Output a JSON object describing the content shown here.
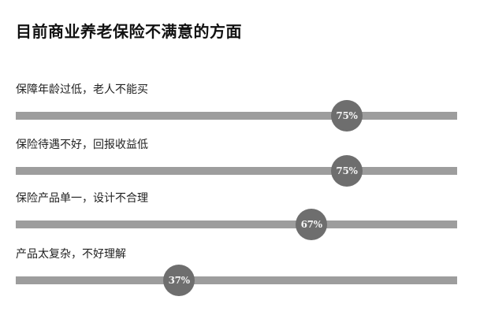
{
  "chart_data": {
    "type": "bar",
    "title": "目前商业养老保险不满意的方面",
    "categories": [
      "保障年龄过低，老人不能买",
      "保险待遇不好，回报收益低",
      "保险产品单一，设计不合理",
      "产品太复杂，不好理解"
    ],
    "values": [
      75,
      75,
      67,
      37
    ],
    "value_labels": [
      "75%",
      "75%",
      "67%",
      "37%"
    ],
    "xlim": [
      0,
      100
    ],
    "grid": false,
    "legend": "none"
  },
  "colors": {
    "track": "#9d9d9d",
    "marker": "#6e6e6e",
    "marker_text": "#f4f4f4",
    "title": "#111111"
  }
}
